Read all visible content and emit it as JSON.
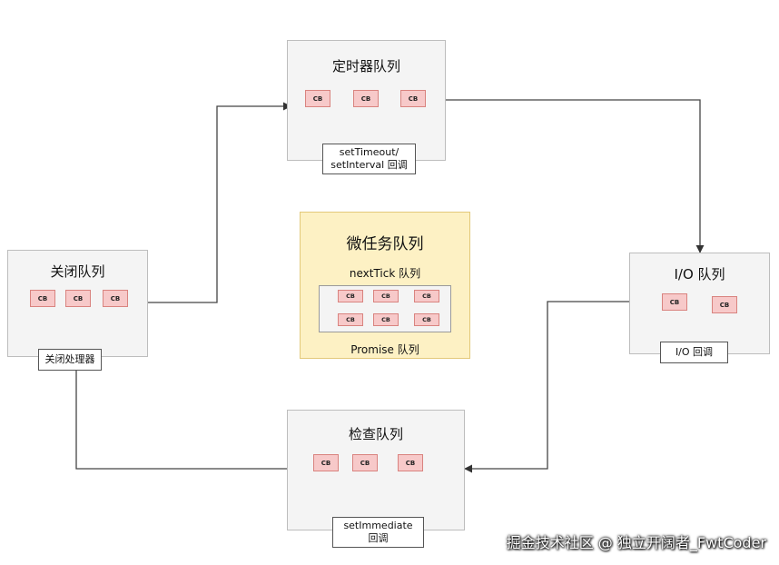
{
  "timers": {
    "title": "定时器队列",
    "callbacks": [
      "CB",
      "CB",
      "CB"
    ],
    "tag_line1": "setTimeout/",
    "tag_line2": "setInterval 回调"
  },
  "io": {
    "title": "I/O 队列",
    "callbacks": [
      "CB",
      "CB"
    ],
    "tag": "I/O 回调"
  },
  "check": {
    "title": "检查队列",
    "callbacks": [
      "CB",
      "CB",
      "CB"
    ],
    "tag_line1": "setImmediate",
    "tag_line2": "回调"
  },
  "close": {
    "title": "关闭队列",
    "callbacks": [
      "CB",
      "CB",
      "CB"
    ],
    "tag": "关闭处理器"
  },
  "microtask": {
    "title": "微任务队列",
    "next_tick_label": "nextTick 队列",
    "callbacks": [
      "CB",
      "CB",
      "CB",
      "CB",
      "CB",
      "CB"
    ],
    "promise_label": "Promise 队列"
  },
  "watermark": "掘金技术社区 @ 独立开阔者_FwtCoder",
  "colors": {
    "queue_bg": "#f4f4f4",
    "cb_fill": "#f7c9c9",
    "cb_border": "#d9837f",
    "micro_bg": "#fdf1c4",
    "micro_border": "#e3c97a"
  }
}
